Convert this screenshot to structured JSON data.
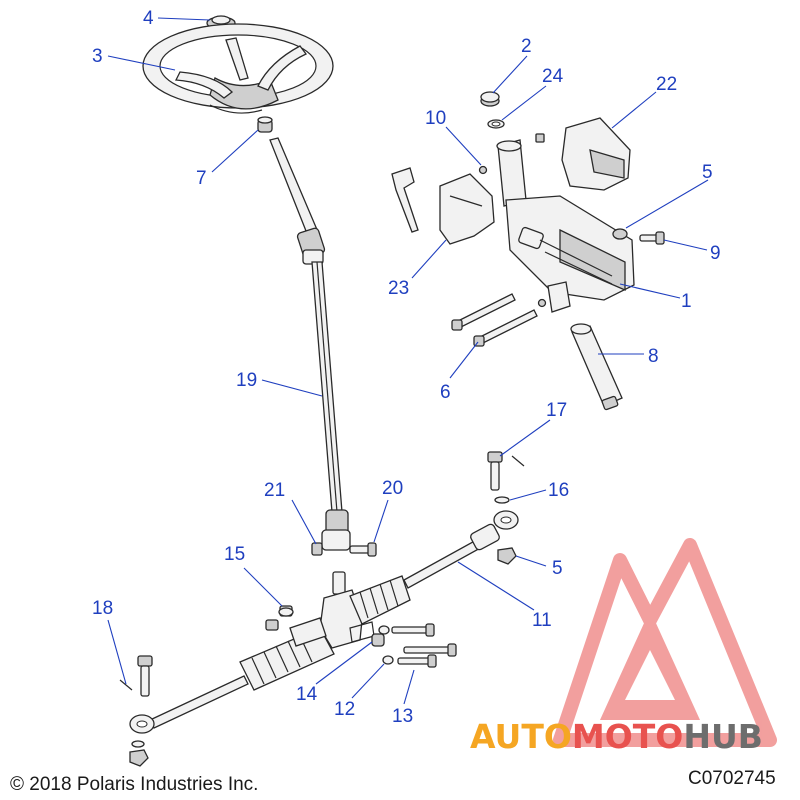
{
  "diagram": {
    "callouts": [
      {
        "label": "1"
      },
      {
        "label": "2"
      },
      {
        "label": "3"
      },
      {
        "label": "4"
      },
      {
        "label": "5"
      },
      {
        "label": "5"
      },
      {
        "label": "6"
      },
      {
        "label": "7"
      },
      {
        "label": "8"
      },
      {
        "label": "9"
      },
      {
        "label": "10"
      },
      {
        "label": "11"
      },
      {
        "label": "12"
      },
      {
        "label": "13"
      },
      {
        "label": "14"
      },
      {
        "label": "15"
      },
      {
        "label": "16"
      },
      {
        "label": "17"
      },
      {
        "label": "18"
      },
      {
        "label": "19"
      },
      {
        "label": "20"
      },
      {
        "label": "21"
      },
      {
        "label": "22"
      },
      {
        "label": "23"
      },
      {
        "label": "24"
      }
    ],
    "copyright": "© 2018 Polaris Industries Inc.",
    "diagram_code": "C0702745"
  },
  "watermark": {
    "part_auto": "AUTO",
    "part_moto": "MOTO",
    "part_hub": "HUB",
    "colors": {
      "triangle": "#e8524f",
      "auto": "#f5a623",
      "moto": "#e8524f",
      "hub": "#6d6d6d"
    }
  }
}
